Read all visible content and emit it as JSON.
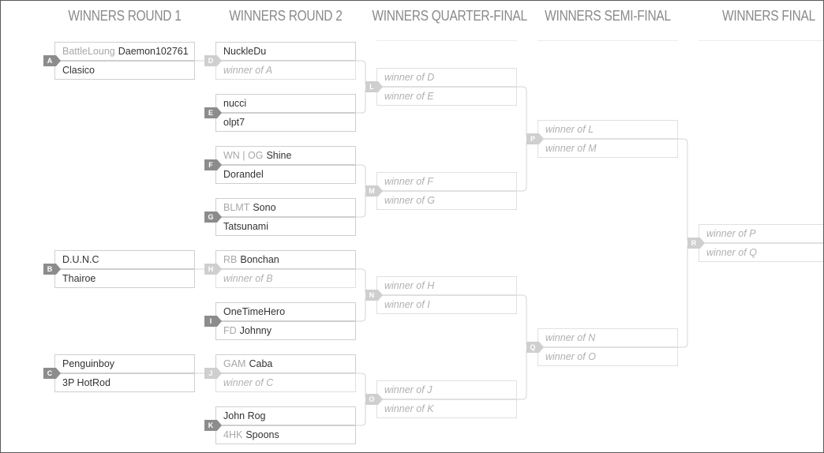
{
  "rounds": [
    {
      "title": "WINNERS ROUND 1"
    },
    {
      "title": "WINNERS ROUND 2"
    },
    {
      "title": "WINNERS QUARTER-FINAL"
    },
    {
      "title": "WINNERS SEMI-FINAL"
    },
    {
      "title": "WINNERS FINAL"
    }
  ],
  "matches": [
    {
      "id": "A",
      "light": false,
      "p1": {
        "tag": "BattleLoung",
        "name": "Daemon102761"
      },
      "p2": {
        "tag": "",
        "name": "Clasico"
      }
    },
    {
      "id": "B",
      "light": false,
      "p1": {
        "tag": "",
        "name": "D.U.N.C"
      },
      "p2": {
        "tag": "",
        "name": "Thairoe"
      }
    },
    {
      "id": "C",
      "light": false,
      "p1": {
        "tag": "",
        "name": "Penguinboy"
      },
      "p2": {
        "tag": "",
        "name": "3P HotRod"
      }
    },
    {
      "id": "D",
      "light": true,
      "p1": {
        "tag": "",
        "name": "NuckleDu"
      },
      "p2": {
        "tag": "",
        "name": "winner of A",
        "tbd": true
      }
    },
    {
      "id": "E",
      "light": false,
      "p1": {
        "tag": "",
        "name": "nucci"
      },
      "p2": {
        "tag": "",
        "name": "olpt7"
      }
    },
    {
      "id": "F",
      "light": false,
      "p1": {
        "tag": "WN | OG",
        "name": "Shine"
      },
      "p2": {
        "tag": "",
        "name": "Dorandel"
      }
    },
    {
      "id": "G",
      "light": false,
      "p1": {
        "tag": "BLMT",
        "name": "Sono"
      },
      "p2": {
        "tag": "",
        "name": "Tatsunami"
      }
    },
    {
      "id": "H",
      "light": true,
      "p1": {
        "tag": "RB",
        "name": "Bonchan"
      },
      "p2": {
        "tag": "",
        "name": "winner of B",
        "tbd": true
      }
    },
    {
      "id": "I",
      "light": false,
      "p1": {
        "tag": "",
        "name": "OneTimeHero"
      },
      "p2": {
        "tag": "FD",
        "name": "Johnny"
      }
    },
    {
      "id": "J",
      "light": true,
      "p1": {
        "tag": "GAM",
        "name": "Caba"
      },
      "p2": {
        "tag": "",
        "name": "winner of C",
        "tbd": true
      }
    },
    {
      "id": "K",
      "light": false,
      "p1": {
        "tag": "",
        "name": "John Rog"
      },
      "p2": {
        "tag": "4HK",
        "name": "Spoons"
      }
    },
    {
      "id": "L",
      "light": true,
      "p1": {
        "tag": "",
        "name": "winner of D",
        "tbd": true
      },
      "p2": {
        "tag": "",
        "name": "winner of E",
        "tbd": true
      }
    },
    {
      "id": "M",
      "light": true,
      "p1": {
        "tag": "",
        "name": "winner of F",
        "tbd": true
      },
      "p2": {
        "tag": "",
        "name": "winner of G",
        "tbd": true
      }
    },
    {
      "id": "N",
      "light": true,
      "p1": {
        "tag": "",
        "name": "winner of H",
        "tbd": true
      },
      "p2": {
        "tag": "",
        "name": "winner of I",
        "tbd": true
      }
    },
    {
      "id": "O",
      "light": true,
      "p1": {
        "tag": "",
        "name": "winner of J",
        "tbd": true
      },
      "p2": {
        "tag": "",
        "name": "winner of K",
        "tbd": true
      }
    },
    {
      "id": "P",
      "light": true,
      "p1": {
        "tag": "",
        "name": "winner of L",
        "tbd": true
      },
      "p2": {
        "tag": "",
        "name": "winner of M",
        "tbd": true
      }
    },
    {
      "id": "Q",
      "light": true,
      "p1": {
        "tag": "",
        "name": "winner of N",
        "tbd": true
      },
      "p2": {
        "tag": "",
        "name": "winner of O",
        "tbd": true
      }
    },
    {
      "id": "R",
      "light": true,
      "p1": {
        "tag": "",
        "name": "winner of P",
        "tbd": true
      },
      "p2": {
        "tag": "",
        "name": "winner of Q",
        "tbd": true
      }
    }
  ]
}
